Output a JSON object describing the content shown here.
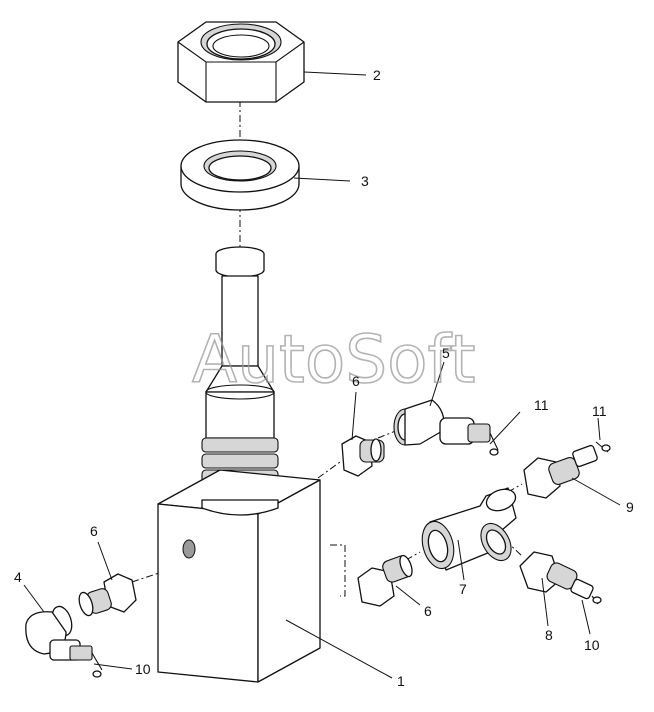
{
  "diagram": {
    "watermark": "AutoSoft",
    "callouts": {
      "c1": "1",
      "c2": "2",
      "c3": "3",
      "c4": "4",
      "c5": "5",
      "c6a": "6",
      "c6b": "6",
      "c6c": "6",
      "c7": "7",
      "c8": "8",
      "c9": "9",
      "c10a": "10",
      "c10b": "10",
      "c11a": "11",
      "c11b": "11"
    }
  }
}
